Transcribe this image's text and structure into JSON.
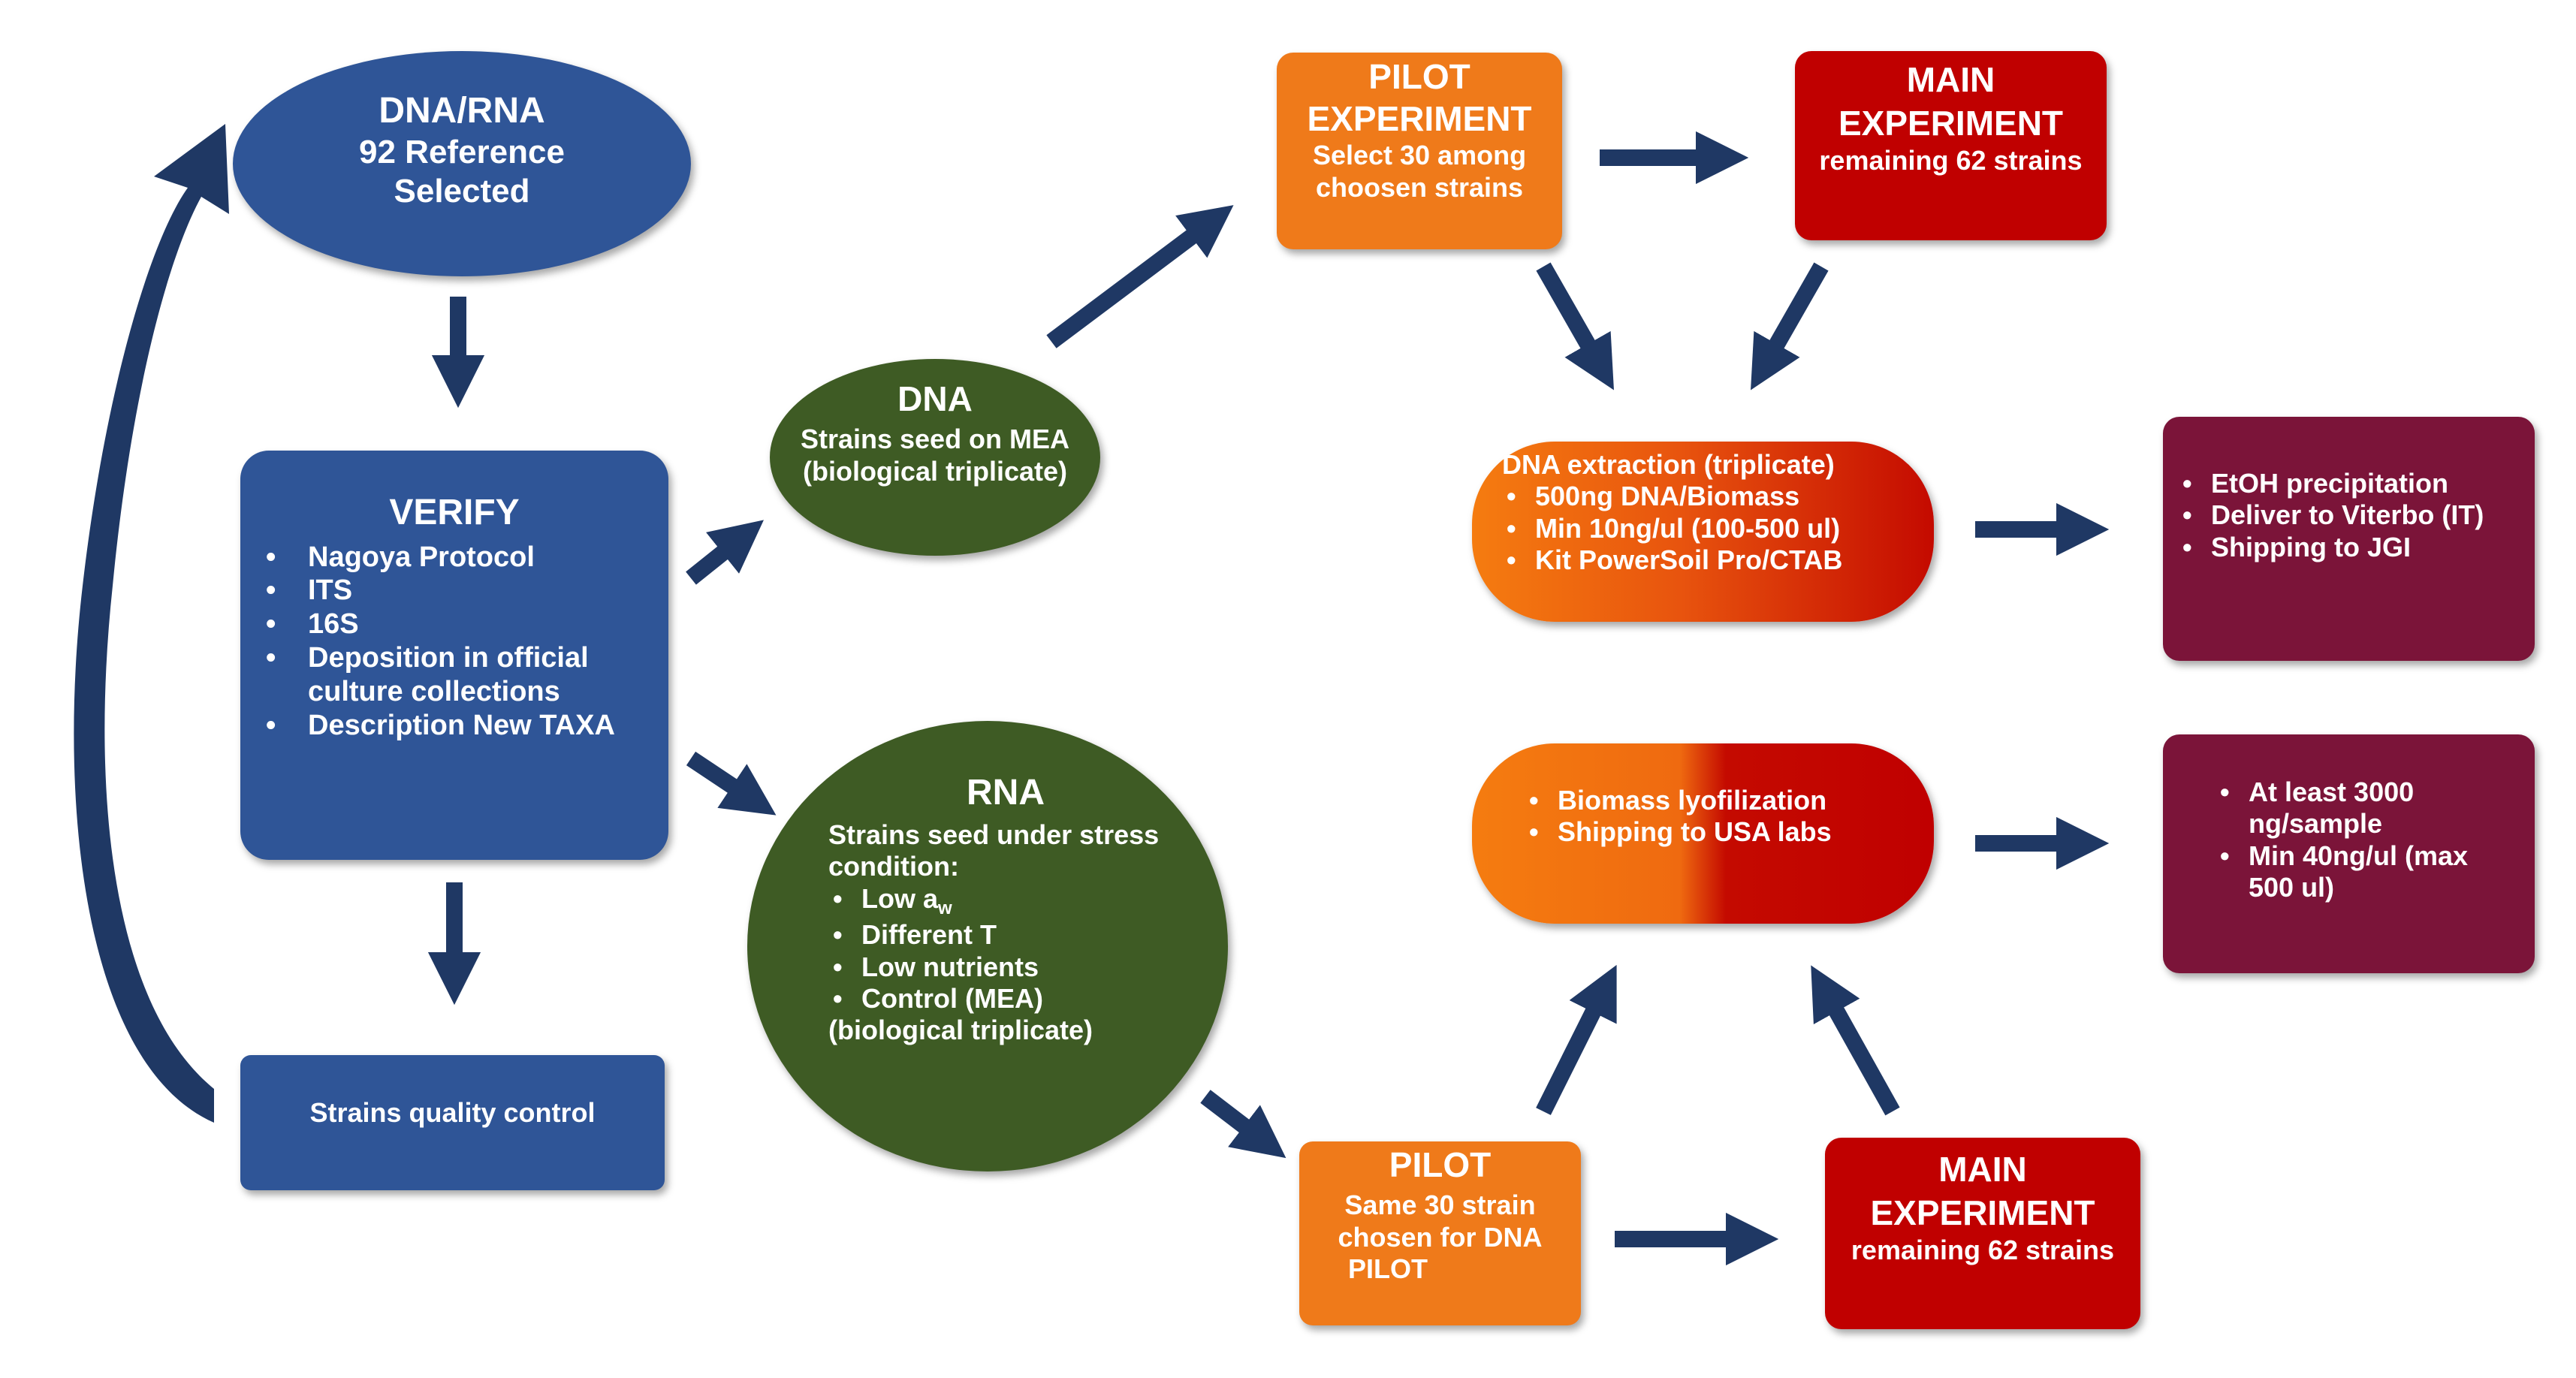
{
  "nodes": {
    "dna_rna": {
      "title": "DNA/RNA",
      "line1": "92 Reference",
      "line2": "Selected"
    },
    "verify": {
      "title": "VERIFY",
      "items": [
        "Nagoya Protocol",
        "ITS",
        "16S",
        "Deposition in official culture collections",
        "Description New TAXA"
      ]
    },
    "quality": {
      "label": "Strains quality control"
    },
    "dna": {
      "title": "DNA",
      "line1": "Strains seed on MEA",
      "line2": "(biological triplicate)"
    },
    "rna": {
      "title": "RNA",
      "intro": "Strains seed  under stress condition:",
      "items": [
        {
          "text": "Low a",
          "sub": "w"
        },
        {
          "text": "Different T"
        },
        {
          "text": "Low nutrients"
        },
        {
          "text": "Control (MEA)"
        }
      ],
      "footer": "(biological triplicate)"
    },
    "pilot_dna": {
      "title": "PILOT EXPERIMENT",
      "line1": "Select 30 among",
      "line2": "choosen strains"
    },
    "main_dna": {
      "title": "MAIN EXPERIMENT",
      "line1": "remaining 62 strains"
    },
    "dna_extraction": {
      "title": "DNA extraction (triplicate)",
      "items": [
        "500ng DNA/Biomass",
        "Min 10ng/ul (100-500 ul)",
        "Kit PowerSoil Pro/CTAB"
      ]
    },
    "dna_shipping": {
      "items": [
        "EtOH precipitation",
        "Deliver to Viterbo (IT)",
        "Shipping to JGI"
      ]
    },
    "biomass": {
      "items": [
        "Biomass lyofilization",
        "Shipping to USA labs"
      ]
    },
    "rna_requirements": {
      "items": [
        "At least 3000 ng/sample",
        "Min 40ng/ul (max 500 ul)"
      ]
    },
    "pilot_rna": {
      "title": "PILOT",
      "line1": "Same 30 strain",
      "line2": "chosen for DNA",
      "line3": "PILOT"
    },
    "main_rna": {
      "title": "MAIN EXPERIMENT",
      "line1": "remaining 62 strains"
    }
  },
  "colors": {
    "blue": "#2f5597",
    "green": "#3e5b24",
    "orange": "#ef7a1a",
    "red": "#c00000",
    "maroon": "#7b1439",
    "arrow": "#1f3864"
  }
}
